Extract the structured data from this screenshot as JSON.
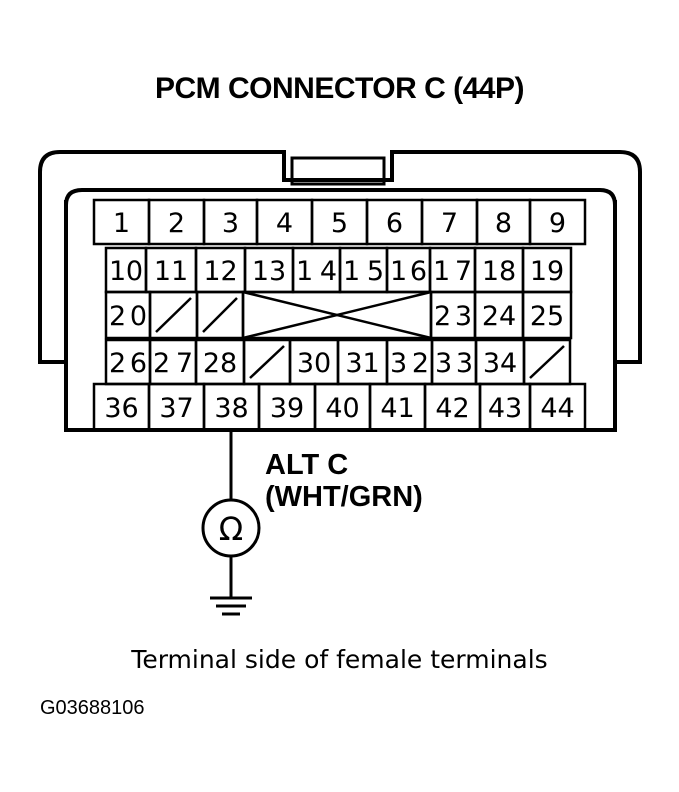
{
  "title": "PCM CONNECTOR C (44P)",
  "rows": [
    [
      "1",
      "2",
      "3",
      "4",
      "5",
      "6",
      "7",
      "8",
      "9"
    ],
    [
      "10",
      "11",
      "12",
      "13",
      "14",
      "15",
      "16",
      "17",
      "18",
      "19"
    ],
    [
      "20",
      "",
      "",
      "",
      "23",
      "24",
      "25"
    ],
    [
      "26",
      "27",
      "28",
      "",
      "30",
      "31",
      "32",
      "33",
      "34",
      ""
    ],
    [
      "36",
      "37",
      "38",
      "39",
      "40",
      "41",
      "42",
      "43",
      "44"
    ]
  ],
  "probe": {
    "terminal": "38",
    "label_line1": "ALT C",
    "label_line2": "(WHT/GRN)",
    "meter_symbol": "Ω"
  },
  "caption": "Terminal side of female terminals",
  "figure_code": "G03688106"
}
